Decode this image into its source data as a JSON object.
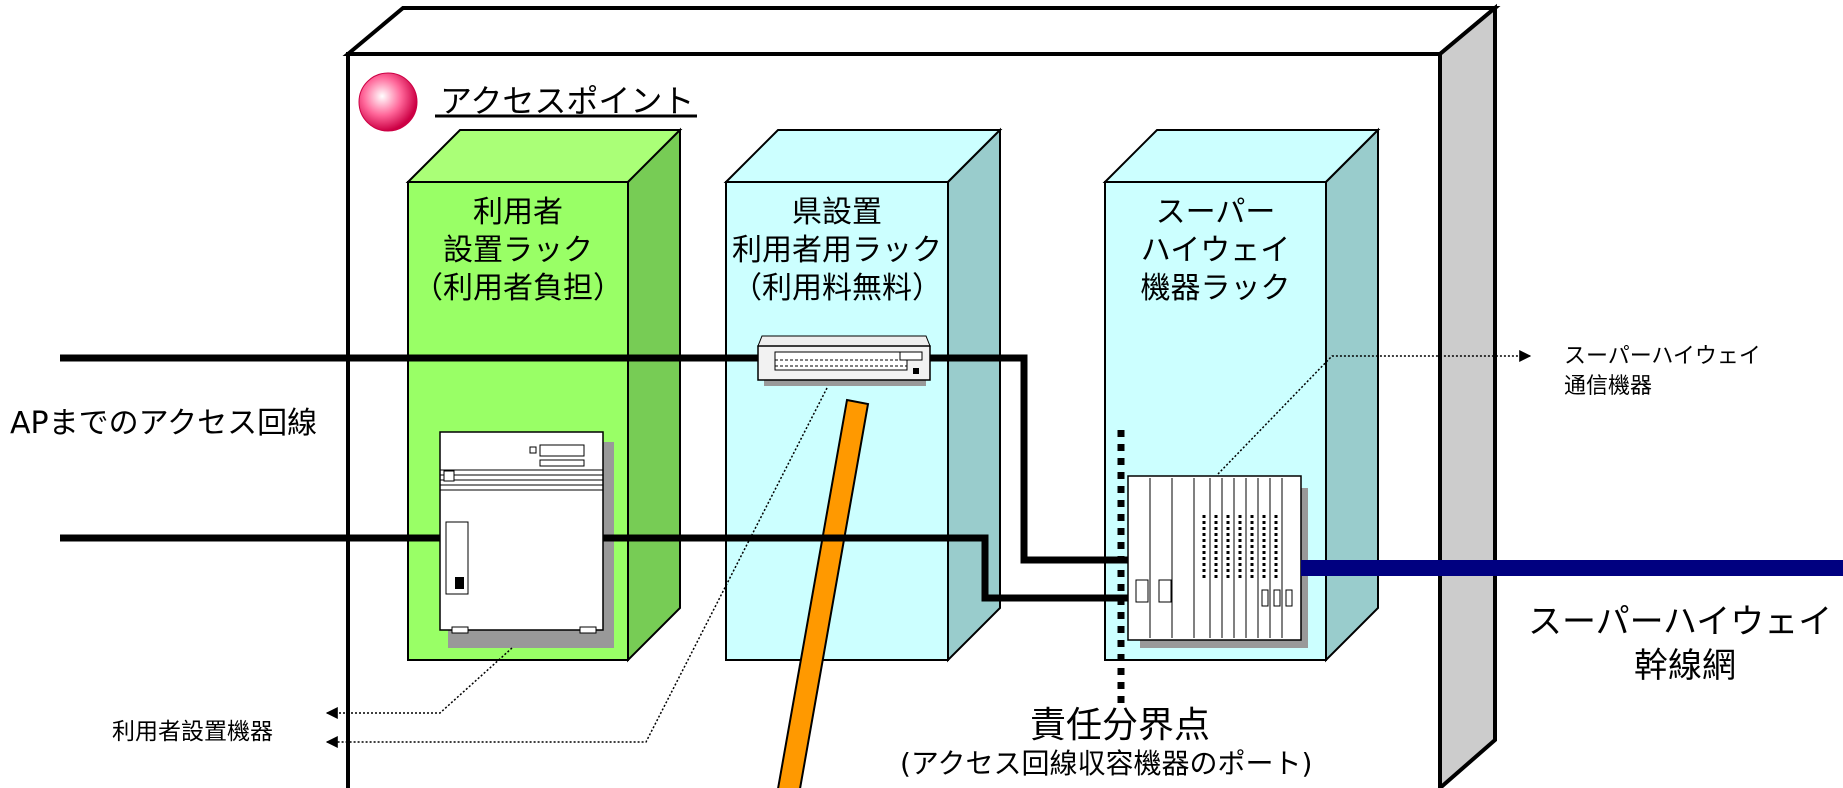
{
  "access_point": {
    "title": "アクセスポイント"
  },
  "racks": {
    "user": {
      "lines": [
        "利用者",
        "設置ラック",
        "（利用者負担）"
      ],
      "color_front": "#99ff66",
      "color_side": "#77cc55",
      "color_top": "#aaff77"
    },
    "pref": {
      "lines": [
        "県設置",
        "利用者用ラック",
        "（利用料無料）"
      ],
      "color_front": "#ccffff",
      "color_side": "#99cccc",
      "color_top": "#ccffff"
    },
    "superhighway": {
      "lines": [
        "スーパー",
        "ハイウェイ",
        "機器ラック"
      ],
      "color_front": "#ccffff",
      "color_side": "#99cccc",
      "color_top": "#ccffff"
    }
  },
  "labels": {
    "access_line": "APまでのアクセス回線",
    "user_equipment": "利用者設置機器",
    "comm_equipment_line1": "スーパーハイウェイ",
    "comm_equipment_line2": "通信機器",
    "backbone_line1": "スーパーハイウェイ",
    "backbone_line2": "幹線網",
    "demarcation_title": "責任分界点",
    "demarcation_sub": "(アクセス回線収容機器のポート)"
  },
  "colors": {
    "backbone": "#000080",
    "orange_cable": "#ff9900",
    "building_side": "#cccccc",
    "lines": "#000000"
  }
}
